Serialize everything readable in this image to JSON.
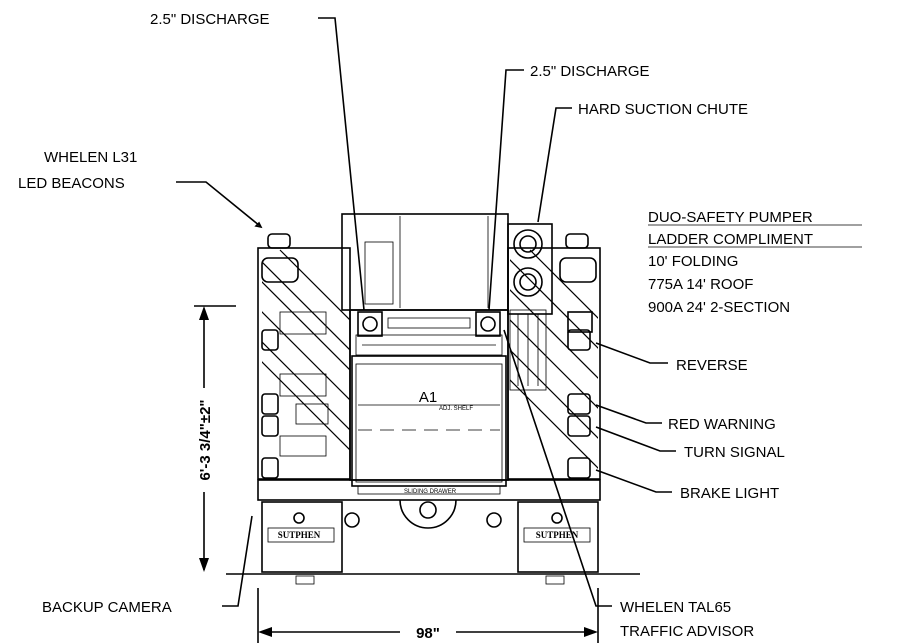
{
  "callouts": {
    "discharge_left": "2.5\" DISCHARGE",
    "discharge_right": "2.5\" DISCHARGE",
    "hard_suction": "HARD SUCTION CHUTE",
    "beacons_line1": "WHELEN L31",
    "beacons_line2": "LED BEACONS",
    "reverse": "REVERSE",
    "red_warning": "RED WARNING",
    "turn_signal": "TURN SIGNAL",
    "brake_light": "BRAKE LIGHT",
    "backup_camera": "BACKUP CAMERA",
    "traffic_line1": "WHELEN TAL65",
    "traffic_line2": "TRAFFIC ADVISOR"
  },
  "ladder": {
    "heading1": "DUO-SAFETY PUMPER",
    "heading2": "LADDER COMPLIMENT",
    "items": [
      "10' FOLDING",
      "775A 14' ROOF",
      "900A 24' 2-SECTION"
    ]
  },
  "compartment": {
    "label": "A1",
    "shelf": "ADJ. SHELF",
    "drawer": "SLIDING DRAWER"
  },
  "mudflaps": {
    "left": "SUTPHEN",
    "right": "SUTPHEN"
  },
  "dimensions": {
    "height": "6'-3 3/4\"±2\"",
    "width": "98\""
  }
}
